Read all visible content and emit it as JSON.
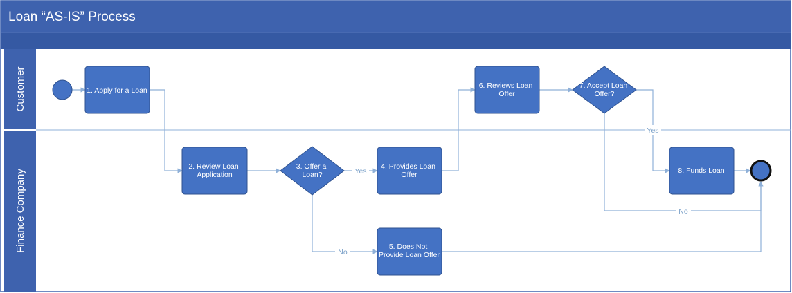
{
  "title": "Loan “AS-IS” Process",
  "colors": {
    "header": "#3e62ae",
    "band": "#3559a3",
    "lane": "#3e62ae",
    "node": "#4472c4",
    "node_stroke": "#2f528f",
    "connector": "#8fb0d8",
    "end_fill": "#4472c4"
  },
  "lanes": [
    {
      "label": "Customer"
    },
    {
      "label": "Finance Company"
    }
  ],
  "nodes": {
    "start": {
      "shape": "start-event"
    },
    "apply": {
      "shape": "task",
      "lines": [
        "1. Apply for a Loan"
      ]
    },
    "review": {
      "shape": "task",
      "lines": [
        "2. Review Loan",
        "Application"
      ]
    },
    "offer": {
      "shape": "decision",
      "lines": [
        "3. Offer a",
        "Loan?"
      ]
    },
    "provides": {
      "shape": "task",
      "lines": [
        "4. Provides Loan",
        "Offer"
      ]
    },
    "not_provide": {
      "shape": "task",
      "lines": [
        "5. Does Not",
        "Provide Loan Offer"
      ]
    },
    "reviews_offer": {
      "shape": "task",
      "lines": [
        "6. Reviews Loan",
        "Offer"
      ]
    },
    "accept": {
      "shape": "decision",
      "lines": [
        "7. Accept Loan",
        "Offer?"
      ]
    },
    "funds": {
      "shape": "task",
      "lines": [
        "8. Funds Loan"
      ]
    },
    "end": {
      "shape": "end-event"
    }
  },
  "edges": [
    {
      "from": "start",
      "to": "apply",
      "label": ""
    },
    {
      "from": "apply",
      "to": "review",
      "label": ""
    },
    {
      "from": "review",
      "to": "offer",
      "label": ""
    },
    {
      "from": "offer",
      "to": "provides",
      "label": "Yes"
    },
    {
      "from": "offer",
      "to": "not_provide",
      "label": "No"
    },
    {
      "from": "provides",
      "to": "reviews_offer",
      "label": ""
    },
    {
      "from": "reviews_offer",
      "to": "accept",
      "label": ""
    },
    {
      "from": "accept",
      "to": "funds",
      "label": "Yes"
    },
    {
      "from": "accept",
      "to": "end",
      "label": "No"
    },
    {
      "from": "funds",
      "to": "end",
      "label": ""
    },
    {
      "from": "not_provide",
      "to": "end",
      "label": ""
    }
  ]
}
